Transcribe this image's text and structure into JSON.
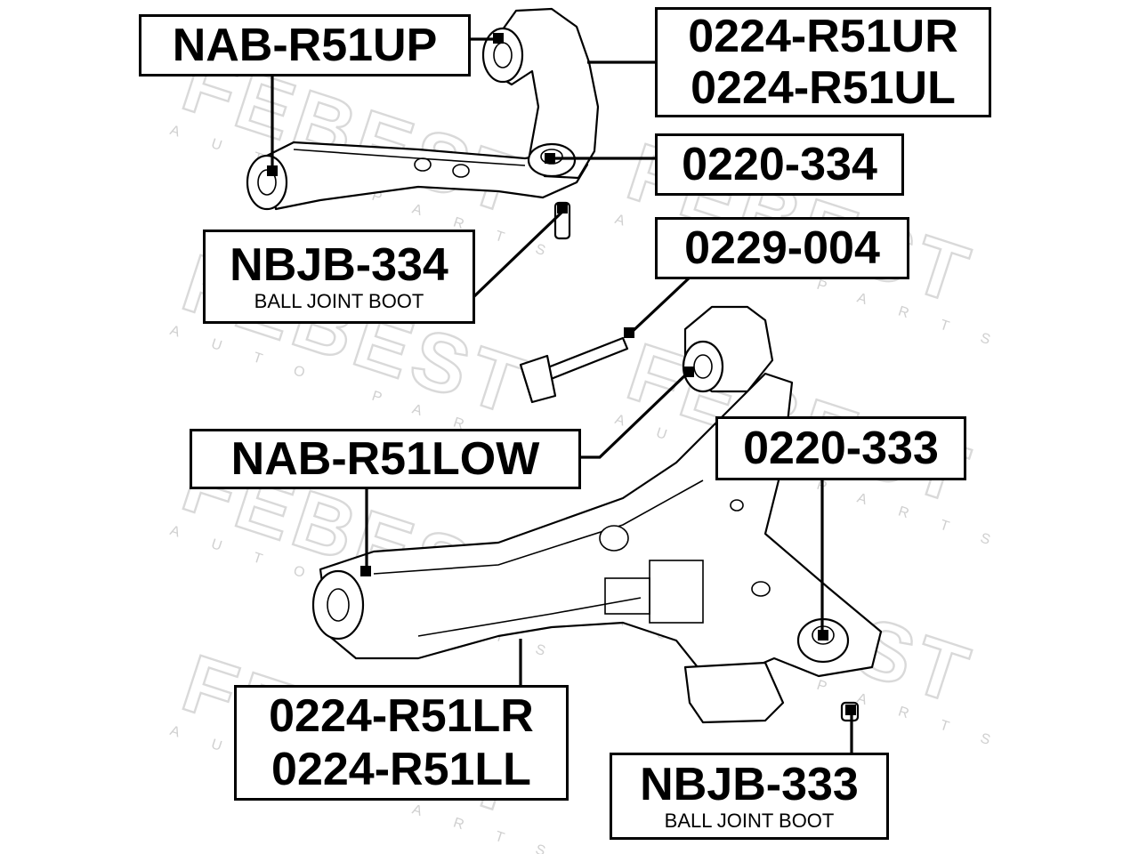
{
  "watermark": {
    "brand": "FEBEST",
    "sub": "AUTO PARTS"
  },
  "labels": {
    "nab_r51up": "NAB-R51UP",
    "upper_arm_r": "0224-R51UR",
    "upper_arm_l": "0224-R51UL",
    "ball_joint_upper": "0220-334",
    "nbjb_334": "NBJB-334",
    "nbjb_334_note": "BALL JOINT BOOT",
    "bolt": "0229-004",
    "nab_r51low": "NAB-R51LOW",
    "ball_joint_lower": "0220-333",
    "lower_arm_r": "0224-R51LR",
    "lower_arm_l": "0224-R51LL",
    "nbjb_333": "NBJB-333",
    "nbjb_333_note": "BALL JOINT BOOT"
  }
}
